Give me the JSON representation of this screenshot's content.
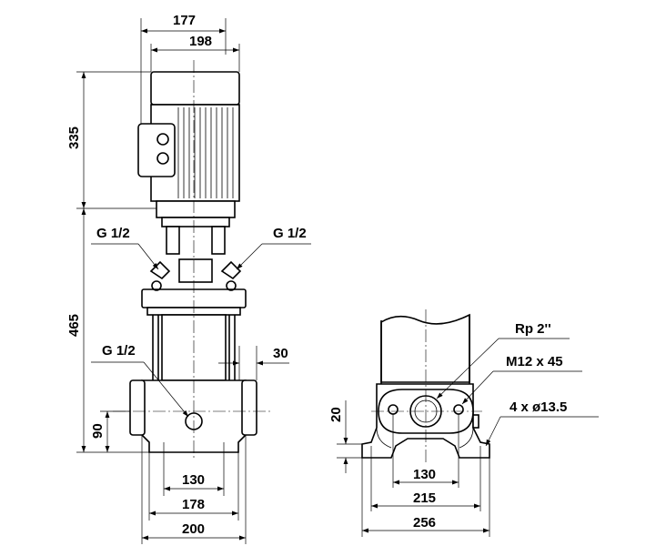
{
  "labels": {
    "dim_177": "177",
    "dim_198": "198",
    "dim_335": "335",
    "dim_465": "465",
    "dim_90": "90",
    "dim_30": "30",
    "dim_130_front": "130",
    "dim_178": "178",
    "dim_200": "200",
    "dim_20": "20",
    "dim_130_side": "130",
    "dim_215": "215",
    "dim_256": "256",
    "g_left_top": "G 1/2",
    "g_right_top": "G 1/2",
    "g_left_mid": "G 1/2",
    "rp": "Rp 2''",
    "m12": "M12 x 45",
    "holes": "4 x ø13.5"
  }
}
